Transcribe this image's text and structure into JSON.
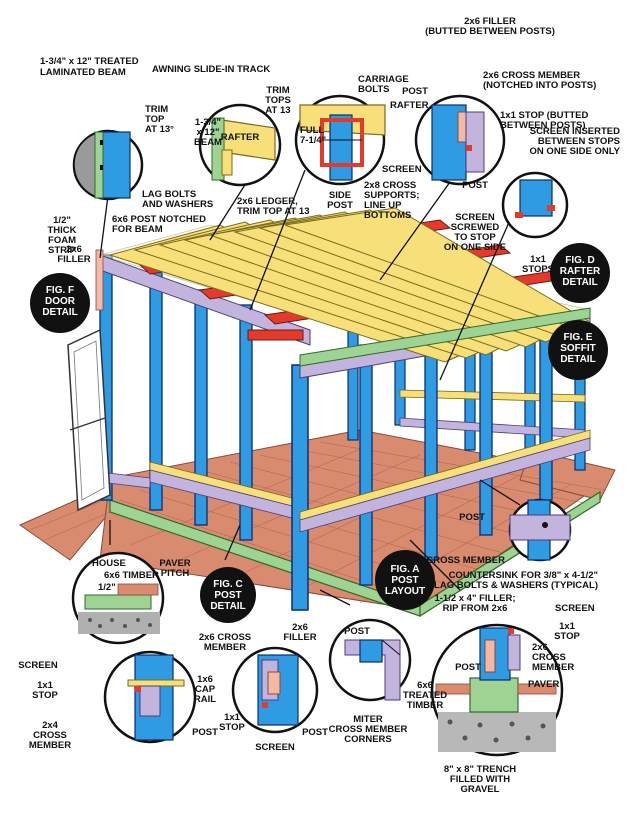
{
  "colors": {
    "post_blue": "#2f9be3",
    "post_outline": "#0d2c6e",
    "rafter_yellow": "#f7df7a",
    "cross_red": "#e33a2c",
    "purple_member": "#c2b4dc",
    "green_timber": "#9fd394",
    "paver": "#d98b70",
    "filler_pink": "#f3b9a6",
    "callout_black": "#111111"
  },
  "labels": {
    "treated_beam": [
      "1-3/4\" x 12\" TREATED",
      "LAMINATED BEAM"
    ],
    "trim_top": [
      "TRIM",
      "TOP",
      "AT 13°"
    ],
    "foam_strip": [
      "1/2\"",
      "THICK",
      "FOAM",
      "STRIP"
    ],
    "lag_bolts": [
      "LAG BOLTS",
      "AND WASHERS"
    ],
    "post_notched": [
      "6x6 POST NOTCHED",
      "FOR BEAM"
    ],
    "filler_left": [
      "2x6",
      "FILLER"
    ],
    "awning_track": "AWNING SLIDE-IN TRACK",
    "rafter": "RAFTER",
    "beam_size": [
      "1-3/4\"",
      "x 12\"",
      "BEAM"
    ],
    "ledger": [
      "2x6 LEDGER,",
      "TRIM TOP AT 13"
    ],
    "trim_tops": [
      "TRIM",
      "TOPS",
      "AT 13"
    ],
    "carriage_bolts": [
      "CARRIAGE",
      "BOLTS"
    ],
    "rafter_b": "RAFTER",
    "full_size": [
      "FULL",
      "7-1/4\""
    ],
    "side_post": [
      "SIDE",
      "POST"
    ],
    "cross_supports": [
      "2x8 CROSS",
      "SUPPORTS;",
      "LINE UP",
      "BOTTOMS"
    ],
    "filler_butted": [
      "2x6 FILLER",
      "(BUTTED BETWEEN POSTS)"
    ],
    "post_top": "POST",
    "cross_member_notched": [
      "2x6 CROSS MEMBER",
      "(NOTCHED INTO POSTS)"
    ],
    "stop_butted": [
      "1x1 STOP (BUTTED",
      "BETWEEN POSTS)"
    ],
    "screen_top": "SCREEN",
    "screen_inserted": [
      "SCREEN INSERTED",
      "BETWEEN STOPS",
      "ON ONE SIDE ONLY"
    ],
    "post_right": "POST",
    "screen_screwed": [
      "SCREEN",
      "SCREWED",
      "TO STOP",
      "ON ONE SIDE"
    ],
    "stops_right": [
      "1x1",
      "STOPS"
    ],
    "fig_d": [
      "FIG. D",
      "RAFTER",
      "DETAIL"
    ],
    "fig_e": [
      "FIG. E",
      "SOFFIT",
      "DETAIL"
    ],
    "fig_f": [
      "FIG. F",
      "DOOR",
      "DETAIL"
    ],
    "post_mid": "POST",
    "cross_member_mid": "CROSS MEMBER",
    "countersink": [
      "COUNTERSINK FOR 3/8\" x 4-1/2\"",
      "LAG BOLTS & WASHERS (TYPICAL)"
    ],
    "house": "HOUSE",
    "timber_6x6": "6x6 TIMBER",
    "half_inch": "1/2\"",
    "paver_pitch": [
      "PAVER",
      "PITCH"
    ],
    "fig_c": [
      "FIG. C",
      "POST",
      "DETAIL"
    ],
    "fig_a": [
      "FIG. A",
      "POST",
      "LAYOUT"
    ],
    "filler_rip": [
      "1-1/2 x 4\" FILLER;",
      "RIP FROM 2x6"
    ],
    "screen_br": "SCREEN",
    "stop_br": [
      "1x1",
      "STOP"
    ],
    "post_br": "POST",
    "cross_member_br": [
      "2x6",
      "CROSS",
      "MEMBER"
    ],
    "paver_br": "PAVER",
    "treated_timber": [
      "6x6",
      "TREATED",
      "TIMBER"
    ],
    "trench": [
      "8\" x 8\" TRENCH",
      "FILLED WITH",
      "GRAVEL"
    ],
    "cross_member_c": [
      "2x6 CROSS",
      "MEMBER"
    ],
    "filler_c": [
      "2x6",
      "FILLER"
    ],
    "stop_c": [
      "1x1",
      "STOP"
    ],
    "screen_c": "SCREEN",
    "post_c": "POST",
    "post_a": "POST",
    "miter": [
      "MITER",
      "CROSS MEMBER",
      "CORNERS"
    ],
    "screen_bl": "SCREEN",
    "stop_bl": [
      "1x1",
      "STOP"
    ],
    "cap_rail": [
      "1x6",
      "CAP",
      "RAIL"
    ],
    "cross_member_bl": [
      "2x4",
      "CROSS",
      "MEMBER"
    ],
    "post_bl": "POST"
  }
}
